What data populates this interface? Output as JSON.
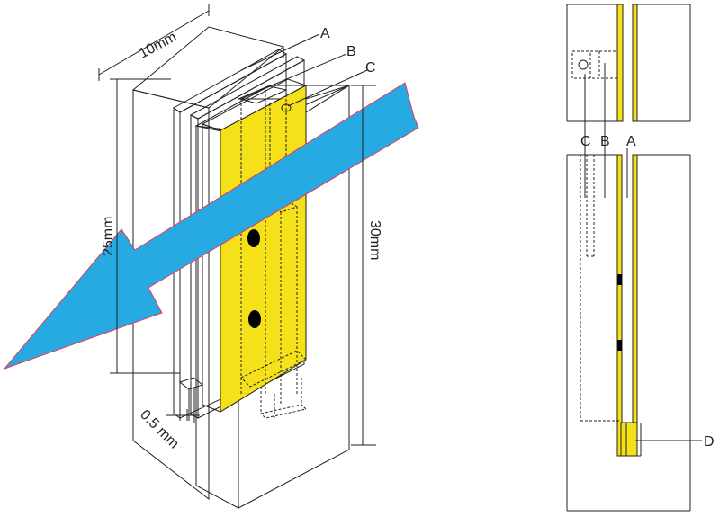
{
  "labels": {
    "a": "A",
    "b": "B",
    "c": "C",
    "d": "D"
  },
  "dimensions": {
    "width": "10mm",
    "height_inner": "25mm",
    "height_outer": "30mm",
    "gap": "0.5 mm"
  },
  "colors": {
    "plate": "#f5e11a",
    "plate_side": "#d8c200",
    "arrow": "#27aae1",
    "arrow_edge": "#e8365d",
    "line": "#231f20",
    "hole": "#000000"
  }
}
